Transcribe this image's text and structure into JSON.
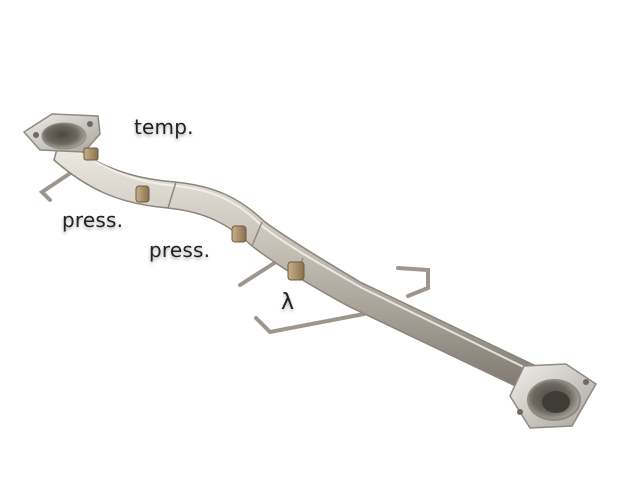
{
  "labels": {
    "temp": "temp.",
    "press_1": "press.",
    "press_2": "press.",
    "lambda": "λ"
  },
  "colors": {
    "background": "#ffffff",
    "metal_light": "#d9d5cf",
    "metal_mid": "#b3ada4",
    "metal_dark": "#7e776d",
    "bung_brass": "#a98d67"
  },
  "objects": [
    "exhaust-pipe",
    "front-flange",
    "rear-flange",
    "sensor-bung-temp",
    "sensor-bung-press-1",
    "sensor-bung-press-2",
    "sensor-bung-lambda",
    "hanger-bracket"
  ]
}
